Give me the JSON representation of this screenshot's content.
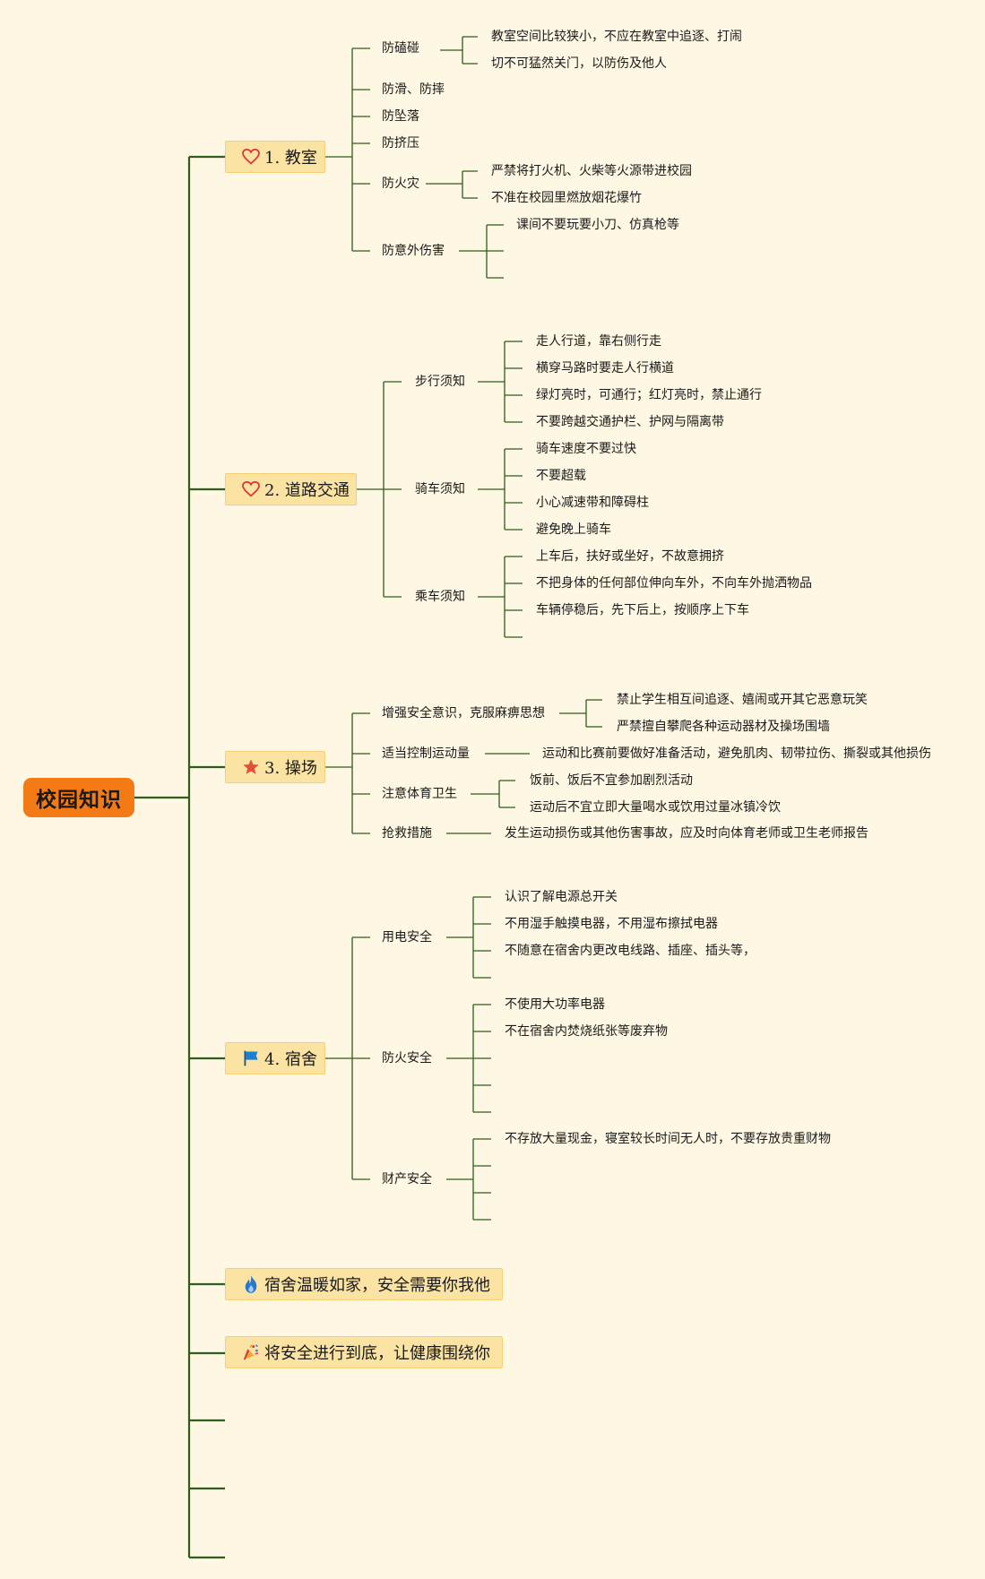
{
  "root": "校园知识",
  "topics": {
    "classroom": "1. 教室",
    "traffic": "2. 道路交通",
    "playground": "3. 操场",
    "dorm": "4. 宿舍",
    "slogan1": "宿舍温暖如家，安全需要你我他",
    "slogan2": "将安全进行到底，让健康围绕你"
  },
  "classroom": {
    "collision": "防磕碰",
    "collision_1": "教室空间比较狭小，不应在教室中追逐、打闹",
    "collision_2": "切不可猛然关门，以防伤及他人",
    "slip": "防滑、防摔",
    "fall": "防坠落",
    "crowd": "防挤压",
    "fire": "防火灾",
    "fire_1": "严禁将打火机、火柴等火源带进校园",
    "fire_2": "不准在校园里燃放烟花爆竹",
    "injury": "防意外伤害",
    "injury_1": "课间不要玩要小刀、仿真枪等"
  },
  "traffic": {
    "walk": "步行须知",
    "walk_1": "走人行道，靠右侧行走",
    "walk_2": "横穿马路时要走人行横道",
    "walk_3": "绿灯亮时，可通行；红灯亮时，禁止通行",
    "walk_4": "不要跨越交通护栏、护网与隔离带",
    "ride": "骑车须知",
    "ride_1": "骑车速度不要过快",
    "ride_2": "不要超载",
    "ride_3": "小心减速带和障碍柱",
    "ride_4": "避免晚上骑车",
    "bus": "乘车须知",
    "bus_1": "上车后，扶好或坐好，不故意拥挤",
    "bus_2": "不把身体的任何部位伸向车外，不向车外抛洒物品",
    "bus_3": "车辆停稳后，先下后上，按顺序上下车"
  },
  "playground": {
    "aware": "增强安全意识，克服麻痹思想",
    "aware_1": "禁止学生相互间追逐、嬉闹或开其它恶意玩笑",
    "aware_2": "严禁擅自攀爬各种运动器材及操场围墙",
    "control": "适当控制运动量",
    "control_1": "运动和比赛前要做好准备活动，避免肌肉、韧带拉伤、撕裂或其他损伤",
    "hygiene": "注意体育卫生",
    "hygiene_1": "饭前、饭后不宜参加剧烈活动",
    "hygiene_2": "运动后不宜立即大量喝水或饮用过量冰镇冷饮",
    "rescue": "抢救措施",
    "rescue_1": "发生运动损伤或其他伤害事故，应及时向体育老师或卫生老师报告"
  },
  "dorm": {
    "elec": "用电安全",
    "elec_1": "认识了解电源总开关",
    "elec_2": "不用湿手触摸电器，不用湿布擦拭电器",
    "elec_3": "不随意在宿舍内更改电线路、插座、插头等，",
    "fire": "防火安全",
    "fire_1": "不使用大功率电器",
    "fire_2": "不在宿舍内焚烧纸张等废弃物",
    "property": "财产安全",
    "property_1": "不存放大量现金，寝室较长时间无人时，不要存放贵重财物"
  },
  "icons": {
    "classroom": "heart-icon",
    "traffic": "heart-icon",
    "playground": "star-icon",
    "dorm": "flag-icon",
    "slogan1": "fire-icon",
    "slogan2": "party-popper-icon"
  },
  "colors": {
    "background": "#fdf7e3",
    "root": "#f47a16",
    "topic_fill": "#fbe3a3",
    "line": "#2f5d1c",
    "heart": "#d9383a",
    "flag": "#1e7fd0"
  }
}
